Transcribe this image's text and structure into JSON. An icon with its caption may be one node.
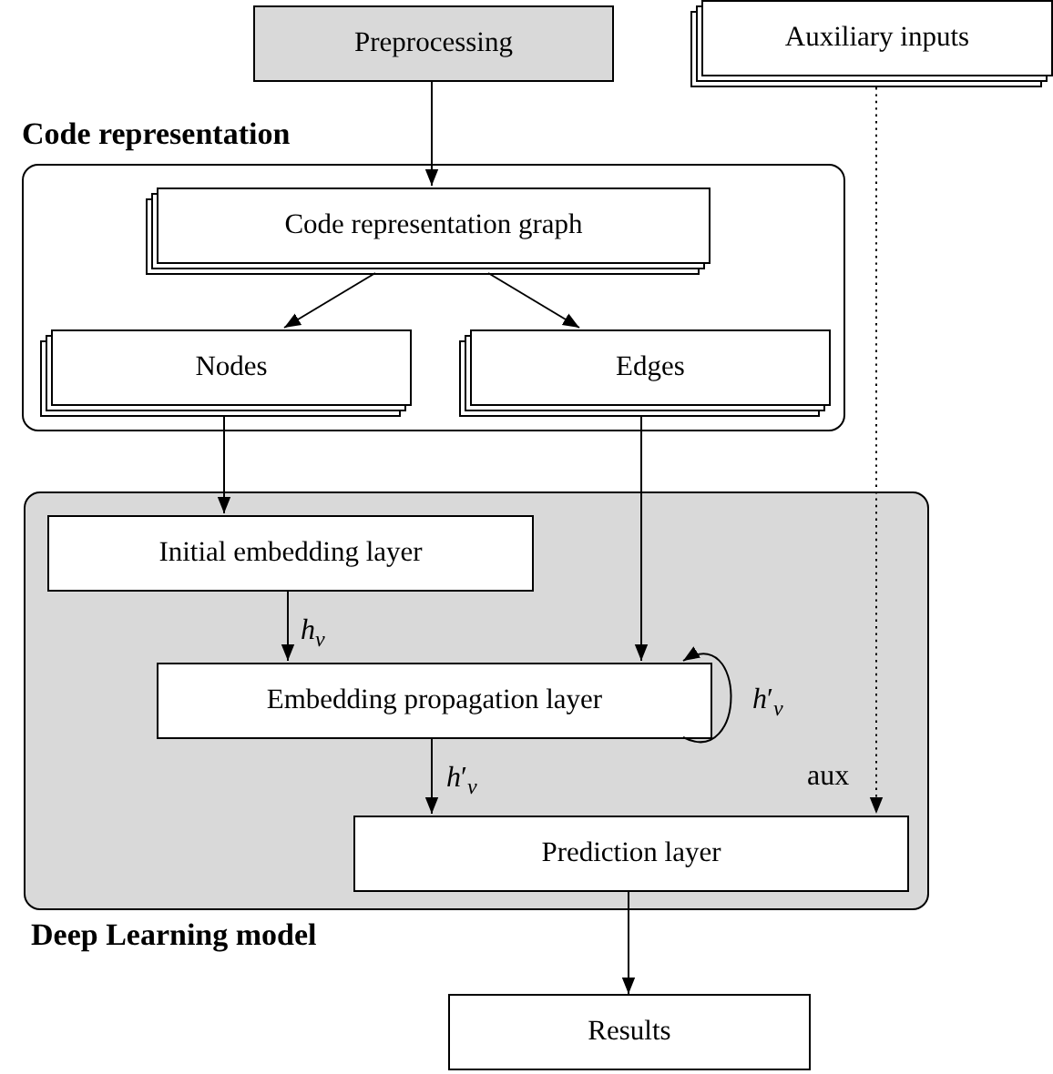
{
  "diagram": {
    "nodes": [
      {
        "text": [
          "Preprocessing"
        ]
      },
      {
        "text": [
          "Auxiliary inputs"
        ]
      },
      {
        "text": [
          "Code representation"
        ]
      },
      {
        "text": [
          "Code representation graph"
        ],
        "in": 2
      },
      {
        "text": [
          "Nodes"
        ],
        "in": 2
      },
      {
        "text": [
          "Edges"
        ],
        "in": 2
      },
      {
        "text": [
          "Deep Learning model"
        ]
      },
      {
        "text": [
          "Initial embedding layer"
        ],
        "in": 6
      },
      {
        "text": [
          "Embedding propagation layer"
        ],
        "in": 6
      },
      {
        "text": [
          "Prediction layer"
        ],
        "in": 6
      },
      {
        "text": [
          "Results"
        ]
      }
    ],
    "edges": [
      {
        "from": 0,
        "to": 3,
        "arrow": "to"
      },
      {
        "from": 3,
        "to": 4,
        "arrow": "to"
      },
      {
        "from": 3,
        "to": 5,
        "arrow": "to"
      },
      {
        "from": 4,
        "to": 7,
        "arrow": "to"
      },
      {
        "from": 5,
        "to": 8,
        "arrow": "to"
      },
      {
        "from": 7,
        "to": 8,
        "arrow": "to",
        "label": "*h*$_{v}$"
      },
      {
        "from": 8,
        "to": 8,
        "arrow": "to",
        "label": "*h*′$_{v}$"
      },
      {
        "from": 8,
        "to": 9,
        "arrow": "to",
        "label": "*h*′$_{v}$"
      },
      {
        "from": 1,
        "to": 9,
        "arrow": "to",
        "label": "aux",
        "style": "dashed"
      },
      {
        "from": 9,
        "to": 10,
        "arrow": "to"
      }
    ]
  }
}
